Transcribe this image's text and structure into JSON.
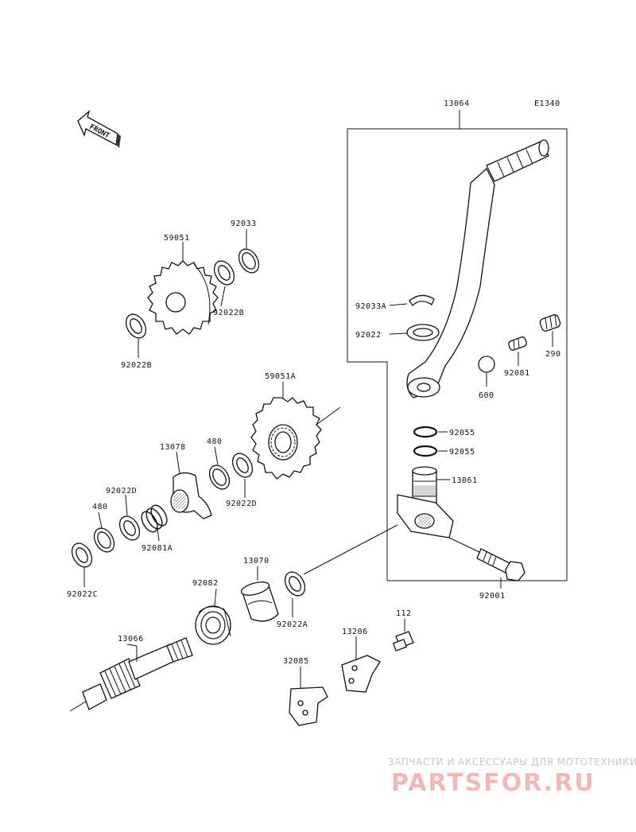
{
  "diagram_code": "E1340",
  "front_label": "FRONT",
  "labels": {
    "p13064": "13064",
    "p92033": "92033",
    "p59051": "59051",
    "p92022B_a": "92022B",
    "p92022B_b": "92022B",
    "p92033A": "92033A",
    "p92022": "92022",
    "p290": "290",
    "p92081": "92081",
    "p600": "600",
    "p59051A": "59051A",
    "p13078": "13078",
    "p480_a": "480",
    "p92022D_a": "92022D",
    "p92022D_b": "92022D",
    "p92055_a": "92055",
    "p92055_b": "92055",
    "p13061": "13061",
    "p480_b": "480",
    "p92081A": "92081A",
    "p92022C": "92022C",
    "p13070": "13070",
    "p92082": "92082",
    "p92022A": "92022A",
    "p92001": "92001",
    "p13066": "13066",
    "p112": "112",
    "p13206": "13206",
    "p32085": "32085"
  },
  "watermark": {
    "tagline": "ЗАПЧАСТИ И АКСЕССУАРЫ ДЛЯ МОТОТЕХНИКИ",
    "logo": "PARTSFOR.RU"
  }
}
